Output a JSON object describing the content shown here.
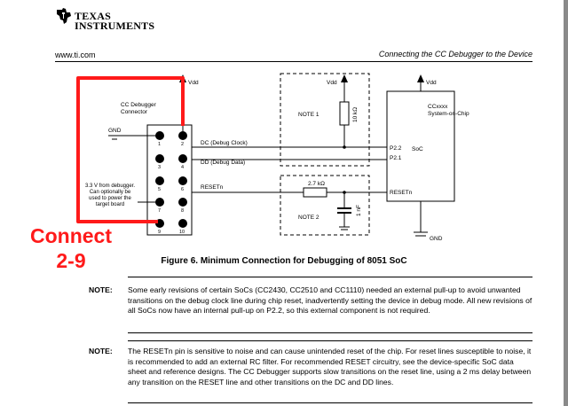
{
  "header": {
    "logo_line1": "Texas",
    "logo_line2": "Instruments",
    "website": "www.ti.com",
    "section_title": "Connecting the CC Debugger to the Device"
  },
  "diagram": {
    "vdd_left": "Vdd",
    "vdd_mid": "Vdd",
    "vdd_right": "Vdd",
    "connector_label": [
      "CC Debugger",
      "Connector"
    ],
    "gnd_left": "GND",
    "gnd_right": "GND",
    "note1": "NOTE 1",
    "note2": "NOTE 2",
    "resistor_10k": "10 kΩ",
    "resistor_27k": "2.7 kΩ",
    "capacitor": "1 nF",
    "signal_dc": "DC (Debug Clock)",
    "signal_dd": "DD (Debug Data)",
    "signal_reset": "RESETn",
    "soc_name": [
      "CCxxxx",
      "System-on-Chip"
    ],
    "soc_label": "SoC",
    "pin_p22": "P2.2",
    "pin_p21": "P2.1",
    "pin_resetn": "RESETn",
    "power_note": [
      "3.3 V from debugger.",
      "Can optionally be",
      "used to power the",
      "target board"
    ],
    "pins": [
      "1",
      "2",
      "3",
      "4",
      "5",
      "6",
      "7",
      "8",
      "9",
      "10"
    ]
  },
  "annotation": {
    "line1": "Connect",
    "line2": "2-9",
    "color": "#ff1a1a"
  },
  "caption": "Figure 6. Minimum Connection for Debugging of 8051 SoC",
  "notes": [
    {
      "label": "NOTE:",
      "text": "Some early revisions of certain SoCs (CC2430, CC2510 and CC1110) needed an external pull-up to avoid unwanted transitions on the debug clock line during chip reset, inadvertently setting the device in debug mode. All new revisions of all SoCs now have an internal pull-up on P2.2, so this external component is not required."
    },
    {
      "label": "NOTE:",
      "text": "The RESETn pin is sensitive to noise and can cause unintended reset of the chip. For reset lines susceptible to noise, it is recommended to add an external RC filter. For recommended RESET circuitry, see the device-specific SoC data sheet and reference designs. The CC Debugger supports slow transitions on the reset line, using a 2 ms delay between any transition on the RESET line and other transitions on the DC and DD lines."
    }
  ]
}
